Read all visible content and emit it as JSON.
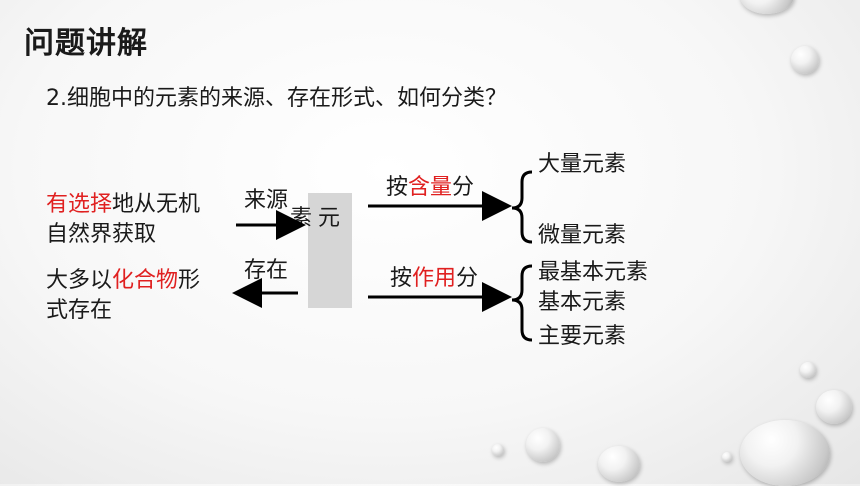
{
  "slide": {
    "title": "问题讲解",
    "question": "2.细胞中的元素的来源、存在形式、如何分类？"
  },
  "left": {
    "source_line1_red": "有选择",
    "source_line1_rest": "地从无机",
    "source_line2": "自然界获取",
    "form_line1_pre": "大多以",
    "form_line1_red": "化合物",
    "form_line1_post": "形",
    "form_line2": "式存在"
  },
  "arrows": {
    "source_label": "来源",
    "form_label": "存在"
  },
  "center": {
    "char1": "素",
    "char2": "元"
  },
  "classify": {
    "by_content_pre": "按",
    "by_content_red": "含量",
    "by_content_post": "分",
    "by_function_pre": "按",
    "by_function_red": "作用",
    "by_function_post": "分"
  },
  "content_groups": [
    "大量元素",
    "微量元素"
  ],
  "function_groups": [
    "最基本元素",
    "基本元素",
    "主要元素"
  ],
  "colors": {
    "accent_red": "#e02020",
    "text": "#1a1a1a",
    "box": "#d6d6d6"
  }
}
